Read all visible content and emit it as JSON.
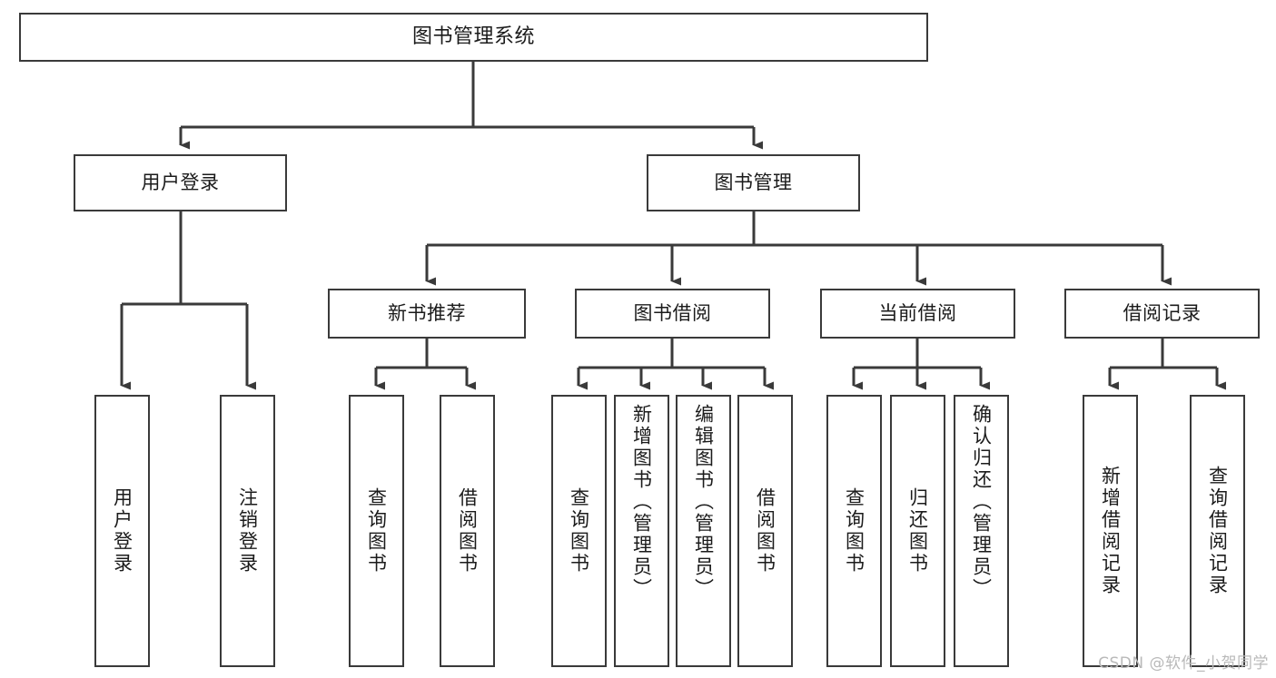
{
  "diagram": {
    "title": "图书管理系统",
    "watermark": "CSDN @软件_小贺同学",
    "colors": {
      "stroke": "#3a3a3a",
      "fill": "#ffffff",
      "text": "#1b1b1b",
      "watermark": "#b9b9b9"
    },
    "nodes": {
      "root": {
        "label": "图书管理系统"
      },
      "tier1": [
        {
          "label": "用户登录"
        },
        {
          "label": "图书管理"
        }
      ],
      "tier2": [
        {
          "label": "新书推荐"
        },
        {
          "label": "图书借阅"
        },
        {
          "label": "当前借阅"
        },
        {
          "label": "借阅记录"
        }
      ],
      "leaves": {
        "user_login": [
          {
            "label": "用户登录"
          },
          {
            "label": "注销登录"
          }
        ],
        "new_book": [
          {
            "label": "查询图书"
          },
          {
            "label": "借阅图书"
          }
        ],
        "borrow_book": [
          {
            "label": "查询图书"
          },
          {
            "label": "新增图书（管理员）"
          },
          {
            "label": "编辑图书（管理员）"
          },
          {
            "label": "借阅图书"
          }
        ],
        "current_borrow": [
          {
            "label": "查询图书"
          },
          {
            "label": "归还图书"
          },
          {
            "label": "确认归还（管理员）"
          }
        ],
        "borrow_record": [
          {
            "label": "新增借阅记录"
          },
          {
            "label": "查询借阅记录"
          }
        ]
      }
    }
  }
}
